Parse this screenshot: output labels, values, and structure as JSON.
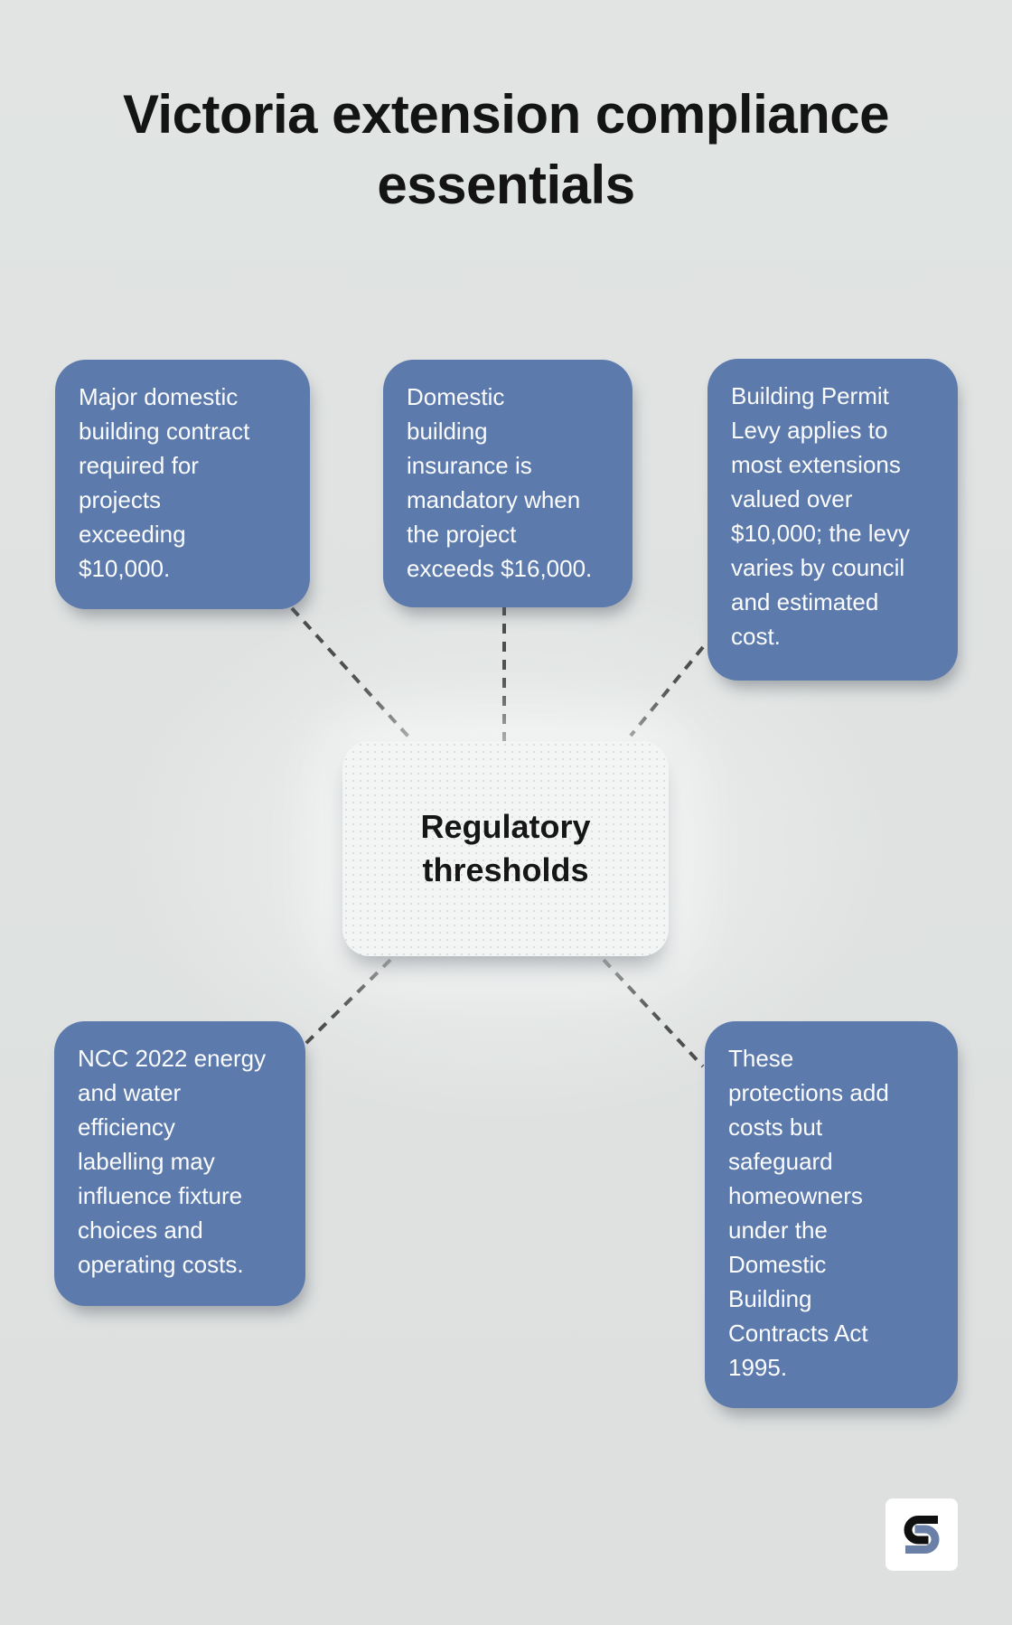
{
  "title": "Victoria extension compliance\nessentials",
  "center_node": {
    "label": "Regulatory\nthresholds"
  },
  "branches": [
    {
      "text": "Major domestic\nbuilding contract\nrequired for\nprojects\nexceeding\n$10,000."
    },
    {
      "text": "Domestic\nbuilding\ninsurance is\nmandatory when\nthe project\nexceeds $16,000."
    },
    {
      "text": "Building Permit\nLevy applies to\nmost extensions\nvalued over\n$10,000; the levy\nvaries by council\nand estimated\ncost."
    },
    {
      "text": "NCC 2022 energy\nand water\nefficiency\nlabelling may\ninfluence fixture\nchoices and\noperating costs."
    },
    {
      "text": "These\nprotections add\ncosts but\nsafeguard\nhomeowners\nunder the\nDomestic\nBuilding\nContracts Act\n1995."
    }
  ],
  "icons": {
    "logo_mark": "interlocking-s-monogram"
  },
  "colors": {
    "background": "#e0e3e2",
    "branch_fill": "#5d7aac",
    "branch_text": "#fbfcfe",
    "node_fill": "#f3f4f4",
    "node_text": "#161616",
    "title_text": "#141414",
    "connector": "#4d4d4d",
    "logo_black": "#0f0f0f",
    "logo_blue": "#6b80a6"
  }
}
